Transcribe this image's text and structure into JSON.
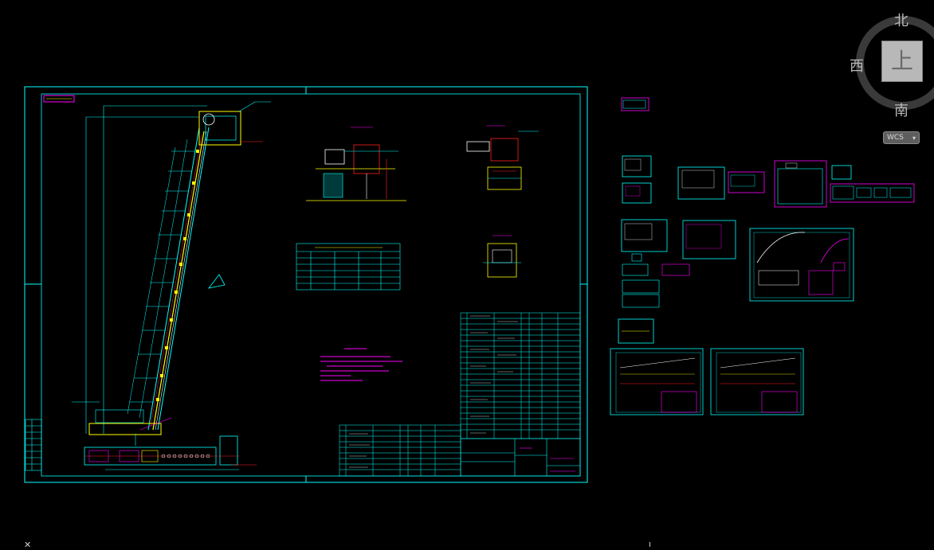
{
  "viewcube": {
    "north": "北",
    "south": "南",
    "west": "西",
    "face": "上",
    "wcs_label": "WCS"
  },
  "colors": {
    "background": "#000000",
    "cyan": "#00ffff",
    "magenta": "#ff00ff",
    "yellow": "#ffff00",
    "white": "#ffffff",
    "red": "#ff2020",
    "green": "#00ff00"
  },
  "icons": {
    "viewcube": "viewcube-icon",
    "wcs_menu": "chevron-down-icon",
    "ucs": "ucs-icon"
  }
}
